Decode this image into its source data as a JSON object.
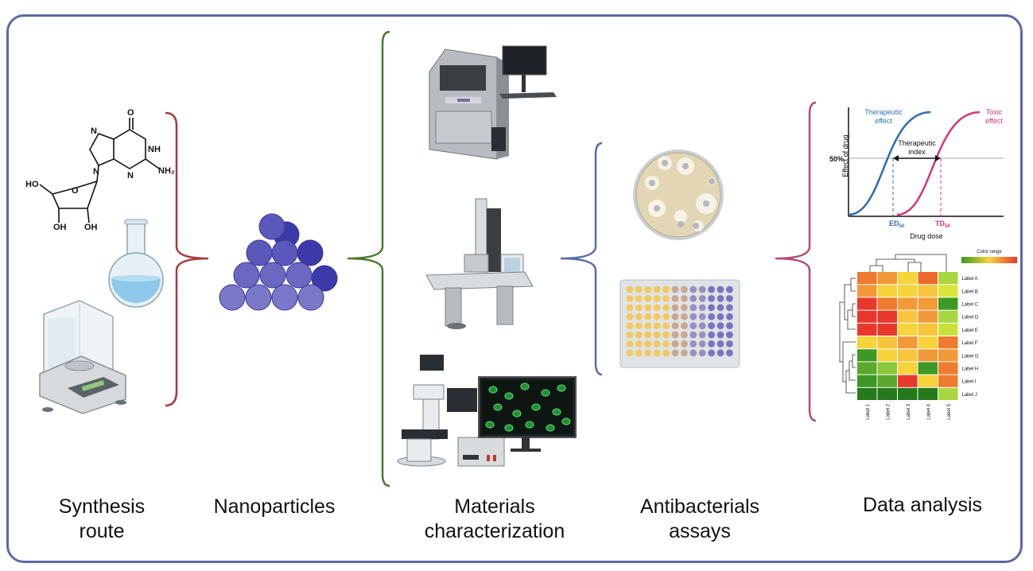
{
  "stages": [
    {
      "label_line1": "Synthesis",
      "label_line2": "route"
    },
    {
      "label_line1": "Nanoparticles",
      "label_line2": ""
    },
    {
      "label_line1": "Materials",
      "label_line2": "characterization"
    },
    {
      "label_line1": "Antibacterials",
      "label_line2": "assays"
    },
    {
      "label_line1": "Data analysis",
      "label_line2": ""
    }
  ],
  "molecule": {
    "atoms": [
      "O",
      "N",
      "NH",
      "N",
      "N",
      "NH₂",
      "HO",
      "O",
      "OH",
      "OH"
    ]
  },
  "dose_chart": {
    "ylabel": "Effect of drug",
    "xlabel": "Drug dose",
    "y_tick": "50%",
    "therapeutic_label_1": "Therapeutic",
    "therapeutic_label_2": "effect",
    "toxic_label_1": "Toxic",
    "toxic_label_2": "effect",
    "index_label_1": "Therapeutic",
    "index_label_2": "index",
    "ed50": "ED",
    "ed50_sub": "50",
    "td50": "TD",
    "td50_sub": "50",
    "colors": {
      "therapeutic": "#2e6db4",
      "toxic": "#d6337a"
    }
  },
  "heatmap": {
    "legend_title": "Color range",
    "row_labels": [
      "Label A",
      "Label B",
      "Label C",
      "Label D",
      "Label E",
      "Label F",
      "Label G",
      "Label H",
      "Label I",
      "Label J"
    ],
    "col_labels": [
      "Label 1",
      "Label 2",
      "Label 3",
      "Label 4",
      "Label 5"
    ],
    "cells": [
      [
        "#f07a2e",
        "#f29a38",
        "#f7d33c",
        "#ef6a2a",
        "#a8d640"
      ],
      [
        "#f29a38",
        "#f7d33c",
        "#f7d33c",
        "#f7c53c",
        "#d8e63c"
      ],
      [
        "#e8382c",
        "#f07a2e",
        "#f29a38",
        "#f29a38",
        "#3c9a24"
      ],
      [
        "#e8382c",
        "#e8382c",
        "#f7c53c",
        "#f29a38",
        "#a8d640"
      ],
      [
        "#e8382c",
        "#e8382c",
        "#f7d33c",
        "#f7c53c",
        "#c8e03c"
      ],
      [
        "#f7d33c",
        "#f7c53c",
        "#f29a38",
        "#f7d33c",
        "#f07a2e"
      ],
      [
        "#3c9a24",
        "#f7d33c",
        "#f7c53c",
        "#f29a38",
        "#f29a38"
      ],
      [
        "#5aa82c",
        "#8ac63c",
        "#f7d33c",
        "#3c9a24",
        "#f07a2e"
      ],
      [
        "#3c9a24",
        "#5aa82c",
        "#e8382c",
        "#f7d33c",
        "#f07a2e"
      ],
      [
        "#257a1c",
        "#257a1c",
        "#257a1c",
        "#257a1c",
        "#a8d640"
      ]
    ]
  },
  "colors": {
    "frame": "#5a6aa6",
    "brace_synthesis": "#a83a3a",
    "brace_nanoparticles": "#4a7a2a",
    "brace_characterization": "#5a6aa6",
    "brace_assays": "#b04a7a",
    "nanoparticle": "#6a68c0"
  }
}
